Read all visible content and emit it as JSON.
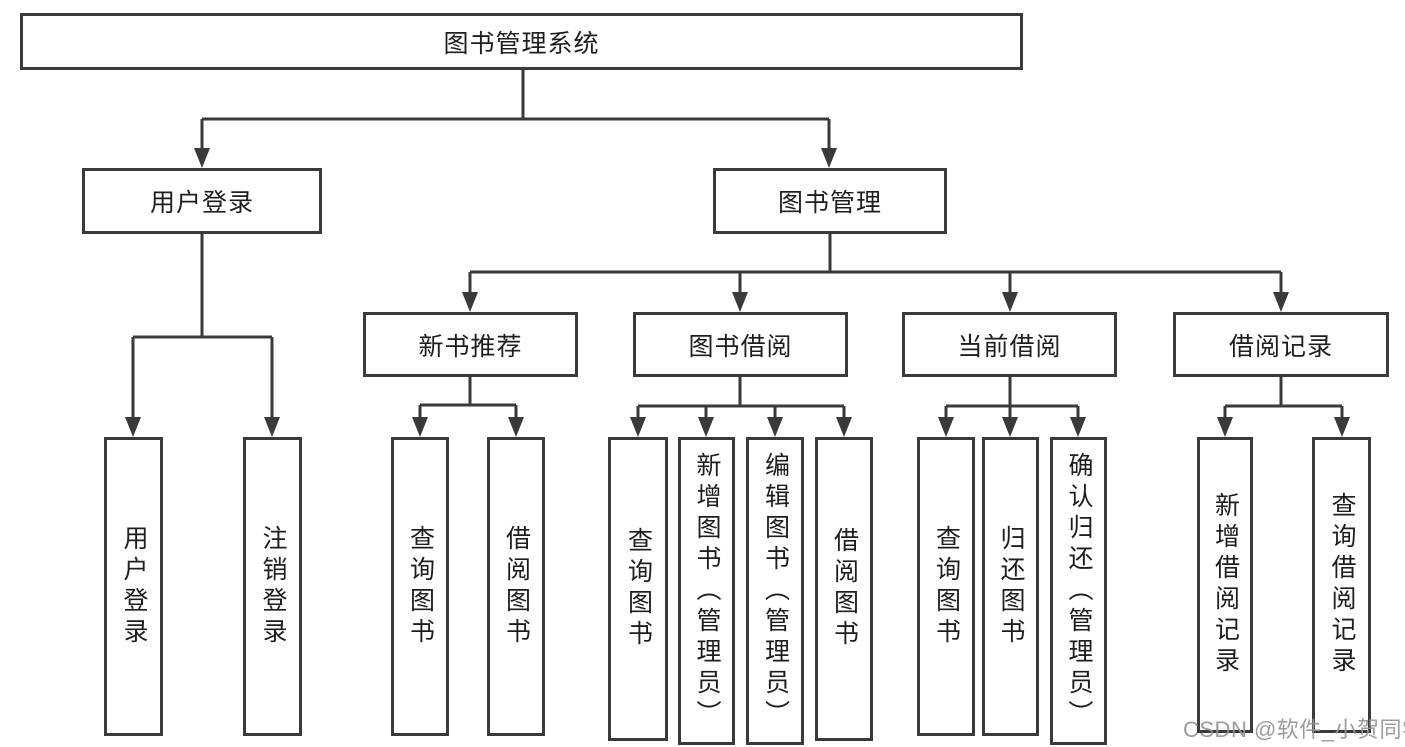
{
  "diagram": {
    "title_node": {
      "label": "图书管理系统"
    },
    "level1": [
      {
        "label": "用户登录"
      },
      {
        "label": "图书管理"
      }
    ],
    "level2": [
      {
        "label": "新书推荐"
      },
      {
        "label": "图书借阅"
      },
      {
        "label": "当前借阅"
      },
      {
        "label": "借阅记录"
      }
    ],
    "leaves": {
      "user_login": [
        {
          "label": "用户登录"
        },
        {
          "label": "注销登录"
        }
      ],
      "new_book": [
        {
          "label": "查询图书"
        },
        {
          "label": "借阅图书"
        }
      ],
      "book_borrow": [
        {
          "label": "查询图书"
        },
        {
          "label": "新增图书（管理员）"
        },
        {
          "label": "编辑图书（管理员）"
        },
        {
          "label": "借阅图书"
        }
      ],
      "current_borrow": [
        {
          "label": "查询图书"
        },
        {
          "label": "归还图书"
        },
        {
          "label": "确认归还（管理员）"
        }
      ],
      "borrow_records": [
        {
          "label": "新增借阅记录"
        },
        {
          "label": "查询借阅记录"
        }
      ]
    },
    "watermark": "CSDN @软件_小贺同学",
    "colors": {
      "line": "#3a3a3a",
      "text": "#1e1e1e",
      "watermark": "#949494",
      "background": "#ffffff"
    }
  }
}
